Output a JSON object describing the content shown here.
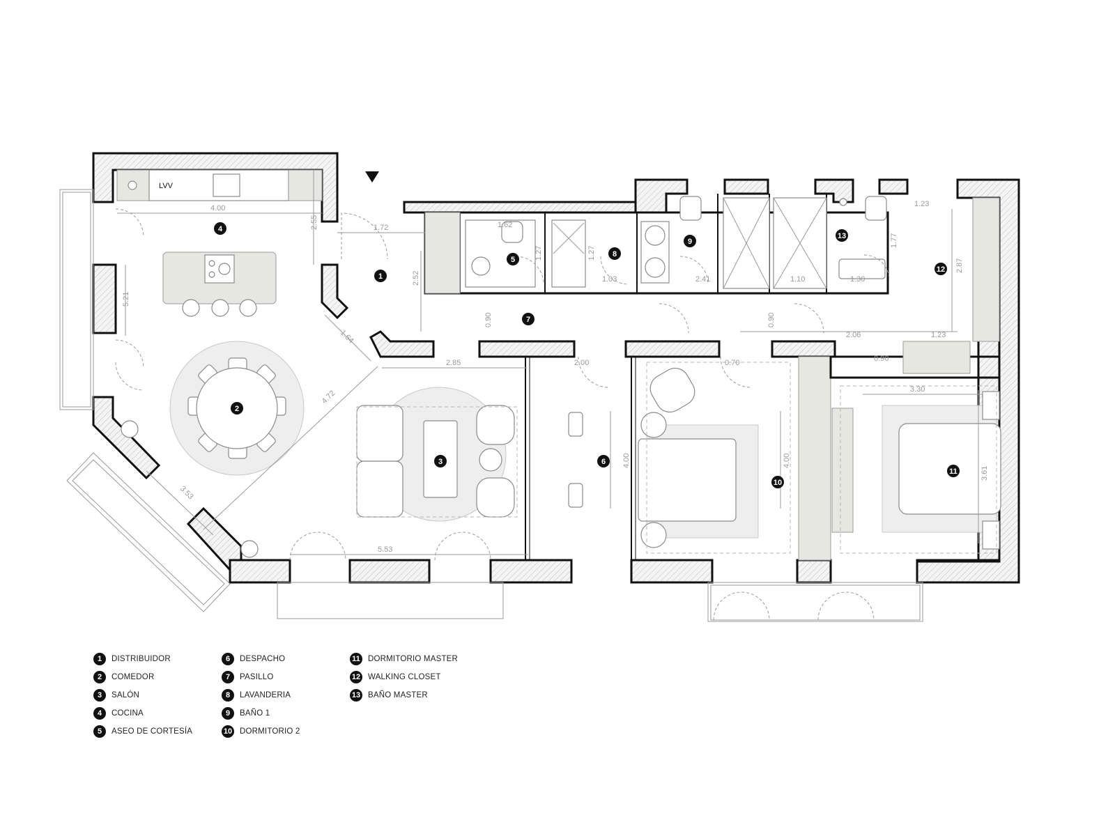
{
  "plan": {
    "kitchen_label": "LVV",
    "rooms": [
      {
        "number": "1",
        "name": "DISTRIBUIDOR"
      },
      {
        "number": "2",
        "name": "COMEDOR"
      },
      {
        "number": "3",
        "name": "SALÓN"
      },
      {
        "number": "4",
        "name": "COCINA"
      },
      {
        "number": "5",
        "name": "ASEO DE CORTESÍA"
      },
      {
        "number": "6",
        "name": "DESPACHO"
      },
      {
        "number": "7",
        "name": "PASILLO"
      },
      {
        "number": "8",
        "name": "LAVANDERIA"
      },
      {
        "number": "9",
        "name": "BAÑO 1"
      },
      {
        "number": "10",
        "name": "DORMITORIO 2"
      },
      {
        "number": "11",
        "name": "DORMITORIO MASTER"
      },
      {
        "number": "12",
        "name": "WALKING CLOSET"
      },
      {
        "number": "13",
        "name": "BAÑO MASTER"
      }
    ],
    "dimensions": {
      "kitchen_width": "4.00",
      "kitchen_depth": "2.55",
      "entry_width": "1.72",
      "entry_depth": "2.52",
      "living_left": "5.21",
      "diag_entry": "1.64",
      "diag_living": "4.72",
      "dining_bottom": "3.53",
      "living_bottom": "5.53",
      "living_top": "2.85",
      "aseo_width": "1.62",
      "aseo_depth": "1.27",
      "lav_depth": "1.27",
      "lav_width": "1.03",
      "bath1_width": "2.41",
      "bm_depth": "1.77",
      "bm_a": "1.10",
      "bm_b": "1.30",
      "wc_top": "1.23",
      "wc_depth": "2.87",
      "wc_mid": "2.06",
      "wc_right": "1.23",
      "pasillo_a": "0.90",
      "pasillo_b": "0.90",
      "despacho_w": "2.00",
      "despacho_h": "4.00",
      "dorm2_door": "0.70",
      "dorm2_h": "4.00",
      "master_door": "0.90",
      "master_w": "3.30",
      "master_h": "3.61"
    }
  }
}
